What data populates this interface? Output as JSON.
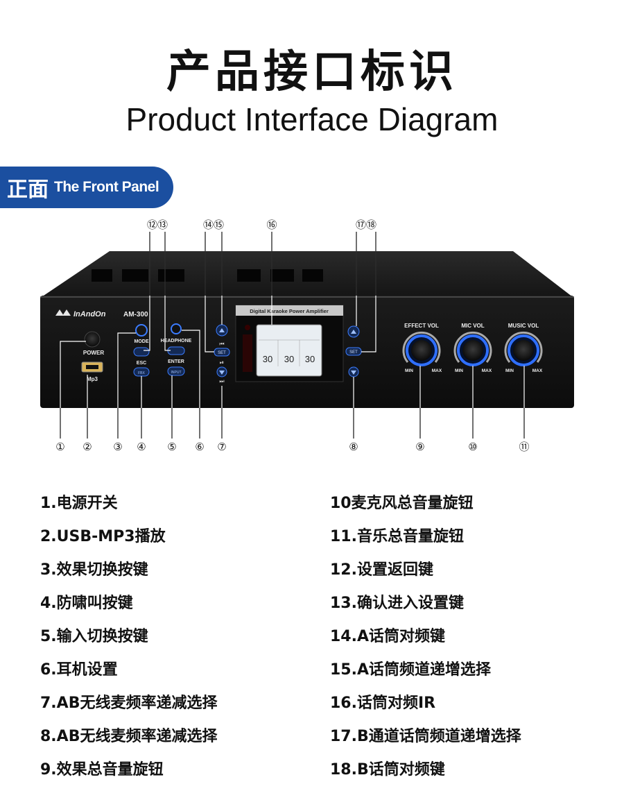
{
  "header": {
    "title_cn": "产品接口标识",
    "title_en": "Product Interface Diagram"
  },
  "section_tab": {
    "cn": "正面",
    "en": "The Front Panel"
  },
  "device": {
    "brand": "InAndOn",
    "model": "AM-300",
    "screen_title": "Digital Karaoke Power Amplifier",
    "labels": {
      "power": "POWER",
      "mp3": "Mp3",
      "mode": "MODE",
      "esc": "ESC",
      "fbx": "FBX",
      "headphone": "HEADPHONE",
      "enter": "ENTER",
      "input": "INPUT",
      "set": "SET",
      "effect_vol": "EFFECT VOL",
      "mic_vol": "MIC VOL",
      "music_vol": "MUSIC VOL",
      "min": "MIN",
      "max": "MAX"
    },
    "lcd_values": [
      "30",
      "30",
      "30"
    ],
    "accent_blue": "#2f6fff"
  },
  "callouts": {
    "top": [
      "⑫⑬",
      "⑭⑮",
      "⑯",
      "⑰⑱"
    ],
    "bottom": [
      "①",
      "②",
      "③",
      "④",
      "⑤",
      "⑥",
      "⑦",
      "⑧",
      "⑨",
      "⑩",
      "⑪"
    ]
  },
  "legend_left": [
    "1.电源开关",
    "2.USB-MP3播放",
    "3.效果切换按键",
    "4.防啸叫按键",
    "5.输入切换按键",
    "6.耳机设置",
    "7.AB无线麦频率递减选择",
    "8.AB无线麦频率递减选择",
    "9.效果总音量旋钮"
  ],
  "legend_right": [
    "10麦克风总音量旋钮",
    "11.音乐总音量旋钮",
    "12.设置返回键",
    "13.确认进入设置键",
    "14.A话筒对频键",
    "15.A话筒频道递增选择",
    "16.话筒对频IR",
    "17.B通道话筒频道递增选择",
    "18.B话筒对频键"
  ]
}
